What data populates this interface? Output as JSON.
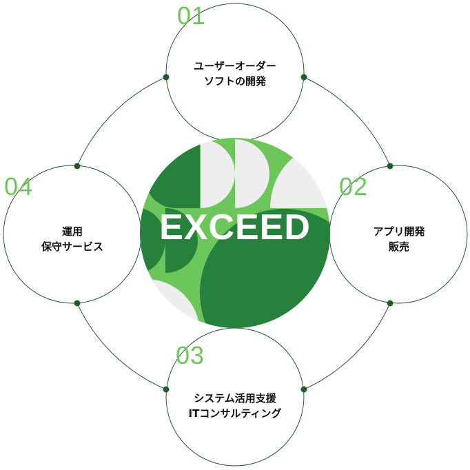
{
  "center": {
    "title": "EXCEED"
  },
  "services": [
    {
      "number": "01",
      "line1": "ユーザーオーダー",
      "line2": "ソフトの開発"
    },
    {
      "number": "02",
      "line1": "アプリ開発",
      "line2": "販売"
    },
    {
      "number": "03",
      "line1": "システム活用支援",
      "line2": "ITコンサルティング"
    },
    {
      "number": "04",
      "line1": "運用",
      "line2": "保守サービス"
    }
  ],
  "colors": {
    "dark_green": "#26813c",
    "light_green": "#6cc65a",
    "grey": "#eeeeee",
    "line": "#1f5e2a"
  }
}
